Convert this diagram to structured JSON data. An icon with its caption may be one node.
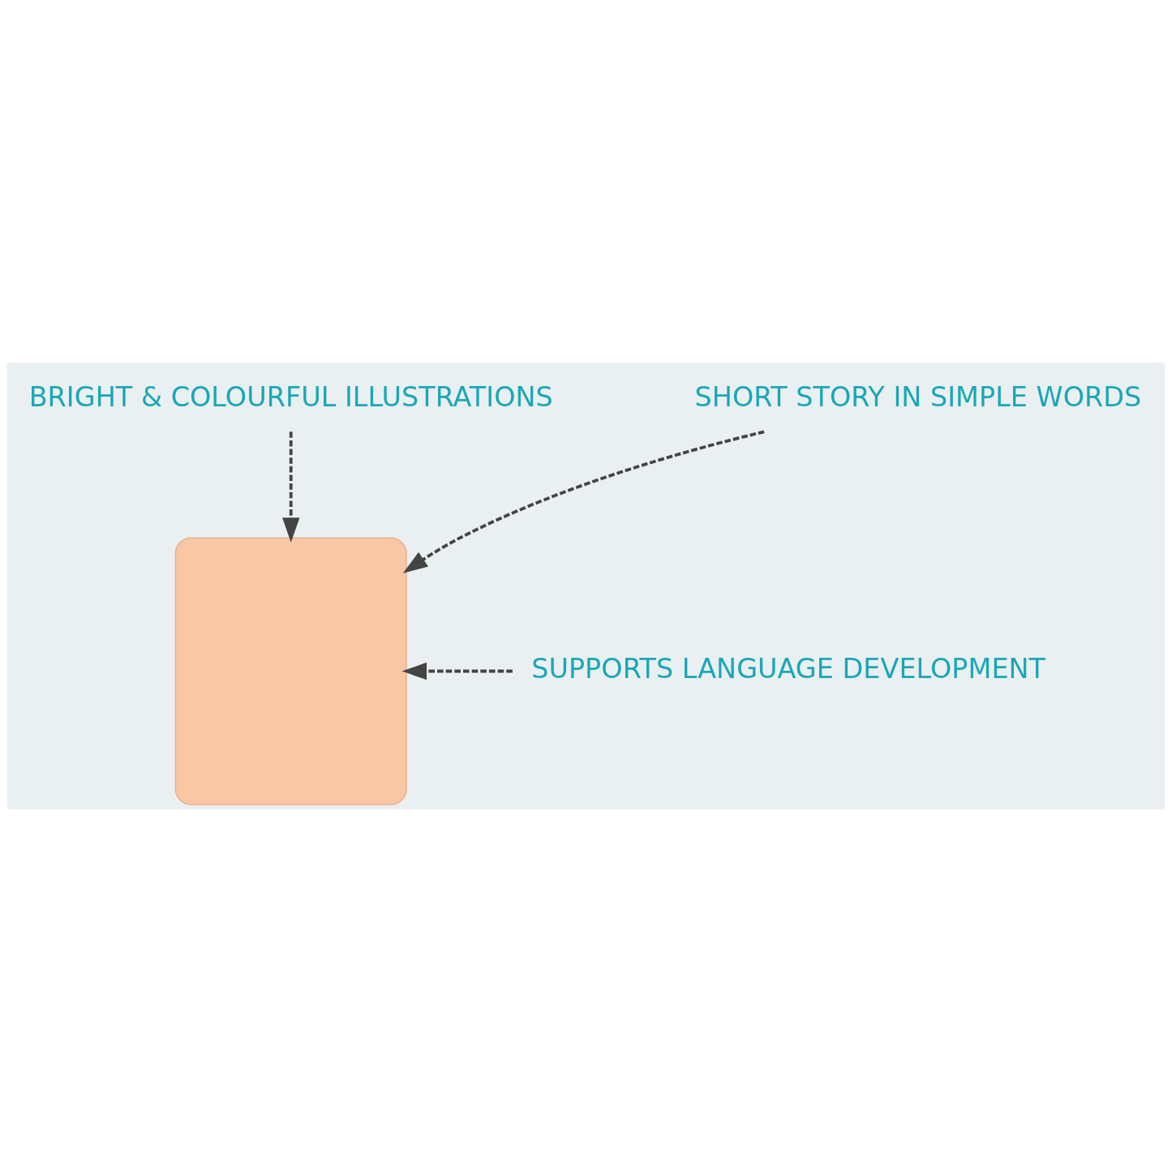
{
  "diagram": {
    "nodes": [
      {
        "text": [
          "BRIGHT & COLOURFUL ILLUSTRATIONS"
        ]
      },
      {
        "text": [],
        "shape": "box"
      },
      {
        "text": [
          "SUPPORTS LANGUAGE DEVELOPMENT"
        ]
      },
      {
        "text": [
          "SHORT STORY IN SIMPLE WORDS"
        ]
      }
    ],
    "edges": [
      {
        "from": 0,
        "to": 1,
        "arrow": "to",
        "style": "dashed"
      },
      {
        "from": 2,
        "to": 1,
        "arrow": "to",
        "style": "dashed"
      },
      {
        "from": 3,
        "to": 1,
        "arrow": "to",
        "style": "dashed"
      }
    ]
  }
}
